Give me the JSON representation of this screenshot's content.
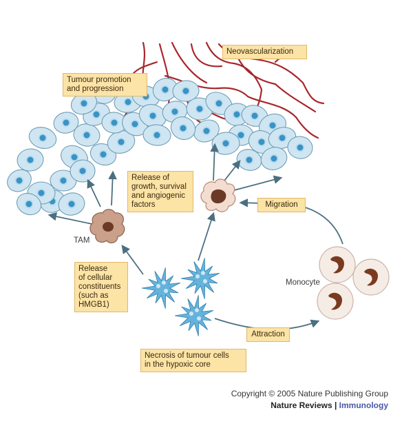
{
  "labels": {
    "neovascularization": "Neovascularization",
    "tumour_promotion": "Tumour promotion\nand progression",
    "release_factors": "Release of\ngrowth, survival\nand angiogenic\nfactors",
    "migration": "Migration",
    "tam": "TAM",
    "release_constituents": "Release\nof cellular\nconstituents\n(such as\nHMGB1)",
    "monocyte": "Monocyte",
    "attraction": "Attraction",
    "necrosis": "Necrosis of tumour cells\nin the hypoxic core"
  },
  "footer": {
    "copyright": "Copyright © 2005 Nature Publishing Group",
    "journal": "Nature Reviews",
    "separator": " | ",
    "section": "Immunology"
  },
  "colors": {
    "vessel": "#a8262b",
    "tumour_cell_fill": "#cfe6f2",
    "tumour_cell_nucleus": "#3a93c4",
    "macrophage_fill": "#caa08a",
    "macrophage_nucleus": "#6b3a26",
    "necrotic_cell": "#4aa6d6",
    "arrow": "#4b6f80",
    "label_bg": "#fce3a6",
    "section_accent": "#4b58a6"
  }
}
